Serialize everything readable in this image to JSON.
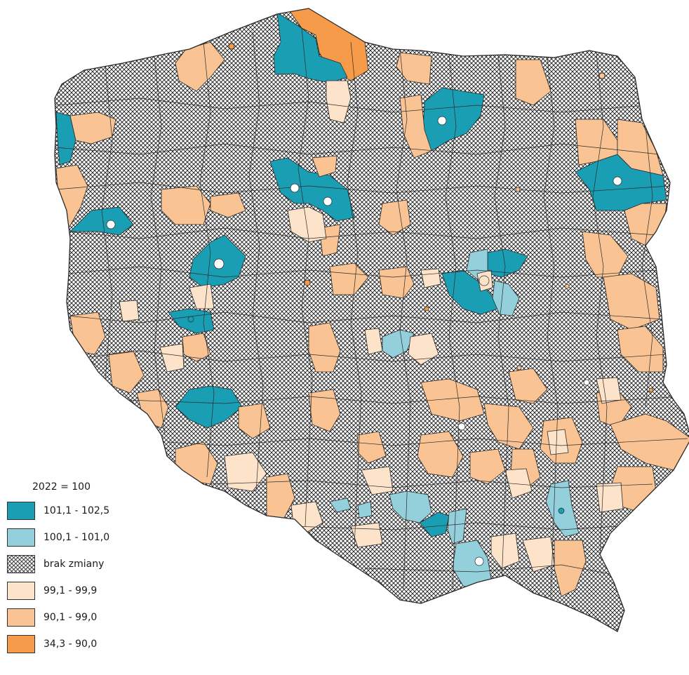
{
  "legend": {
    "title": "2022 = 100",
    "items": [
      {
        "label": "101,1 - 102,5",
        "color": "#1a9eb4",
        "pattern": "none"
      },
      {
        "label": "100,1 - 101,0",
        "color": "#93d0dc",
        "pattern": "none"
      },
      {
        "label": "brak zmiany",
        "color": "#ffffff",
        "pattern": "crosshatch"
      },
      {
        "label": "99,1 - 99,9",
        "color": "#fde3ca",
        "pattern": "none"
      },
      {
        "label": "90,1 - 99,0",
        "color": "#f9c393",
        "pattern": "none"
      },
      {
        "label": "34,3 - 90,0",
        "color": "#f59b4a",
        "pattern": "none"
      }
    ]
  },
  "colors": {
    "border": "#2a2a2a",
    "hatch": "#1a1a1a"
  }
}
